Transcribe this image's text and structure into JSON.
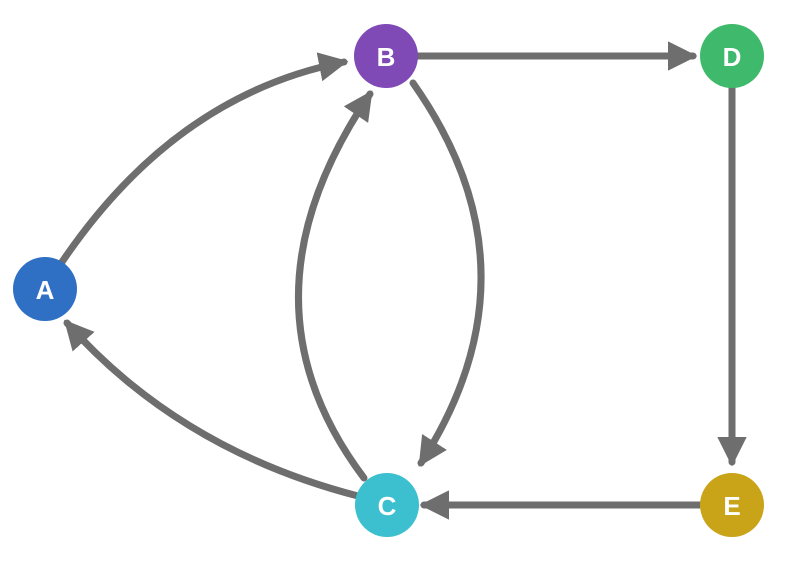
{
  "graph": {
    "edge_color": "#6e6e6e",
    "nodes": [
      {
        "id": "A",
        "label": "A",
        "color": "#2f6fc4"
      },
      {
        "id": "B",
        "label": "B",
        "color": "#7f49b6"
      },
      {
        "id": "C",
        "label": "C",
        "color": "#3cbfcf"
      },
      {
        "id": "D",
        "label": "D",
        "color": "#3fb96b"
      },
      {
        "id": "E",
        "label": "E",
        "color": "#c9a418"
      }
    ],
    "edges": [
      {
        "from": "A",
        "to": "B"
      },
      {
        "from": "B",
        "to": "D"
      },
      {
        "from": "B",
        "to": "C"
      },
      {
        "from": "C",
        "to": "B"
      },
      {
        "from": "C",
        "to": "A"
      },
      {
        "from": "D",
        "to": "E"
      },
      {
        "from": "E",
        "to": "C"
      }
    ]
  }
}
